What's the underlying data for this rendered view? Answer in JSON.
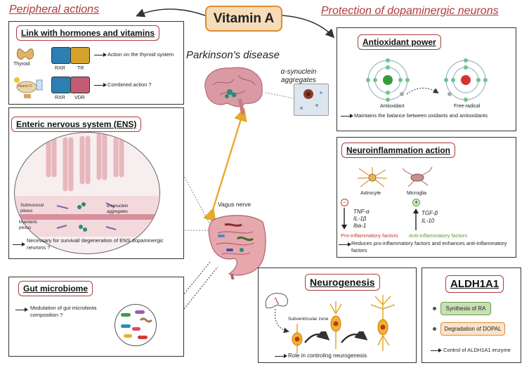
{
  "headers": {
    "vitamin_a": "Vitamin A",
    "peripheral": "Peripheral actions",
    "protection": "Protection of dopaminergic neurons",
    "parkinson": "Parkinson's disease",
    "synuclein_aggregates": "α-synuclein aggregates"
  },
  "hormones": {
    "title": "Link with hormones and vitamins",
    "thyroid": "Thyroid",
    "rxr1": "RXR",
    "tr": "TR",
    "thyroid_action": "Action on the thyroid system",
    "vitamin_d": "Vitamin D",
    "rxr2": "RXR",
    "vdr": "VDR",
    "combined": "Combined action ?"
  },
  "ens": {
    "title": "Enteric nervous system (ENS)",
    "submucosal": "Submucosal plexus",
    "myenteric": "Myenteric plexus",
    "aggregates": "α-synuclein aggregates",
    "note": "Necessary for survival/ degeneration  of ENS dopaminergic neurons ?"
  },
  "gut": {
    "title": "Gut microbiome",
    "note": "Modulation of gut microbiota composition ?"
  },
  "vagus": "Vagus nerve",
  "antioxidant": {
    "title": "Antioxidant power",
    "antioxidant_label": "Antioxidant",
    "free_radical": "Free-radical",
    "note": "Maintains the balance between oxidants and antioxidants"
  },
  "neuroinflammation": {
    "title": "Neuroinflammation action",
    "astrocyte": "Astrocyte",
    "microglia": "Microglia",
    "minus": "−",
    "plus": "+",
    "pro_list": [
      "TNF-α",
      "IL-1β",
      "Iba-1"
    ],
    "anti_list": [
      "TGF-β",
      "IL-10"
    ],
    "pro_label": "Pro-inflammatory factors",
    "anti_label": "Anti-inflammatory factors",
    "note": "Reduces pro-inflammatory factors and enhances anti-inflammatory factors"
  },
  "neurogenesis": {
    "title": "Neurogenesis",
    "zone": "Subventricular zone",
    "note": "Role in controling neurogenesis"
  },
  "aldh": {
    "title": "ALDH1A1",
    "synthesis": "Synthesis of RA",
    "degradation": "Degradation of DOPAL",
    "note": "Control of ALDH1A1  enzyme"
  },
  "colors": {
    "accent_red": "#b03a3a",
    "vitamin_box": "#f6dcb8",
    "vitamin_border": "#e08b2c",
    "pro_red": "#c0392b",
    "anti_green": "#5a9a3c",
    "rxr_blue": "#2d7fb2",
    "tr_gold": "#d4a32b",
    "vdr_rose": "#c25b73"
  }
}
